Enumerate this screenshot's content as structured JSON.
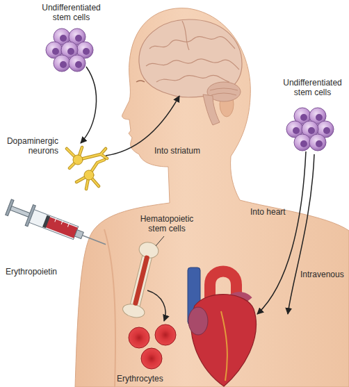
{
  "diagram": {
    "labels": [
      "Undifferentiated stem cells",
      "Dopaminergic neurons",
      "Into striatum",
      "Undifferentiated stem cells",
      "Hematopoietic stem cells",
      "Into heart",
      "Intravenous",
      "Erythropoietin",
      "Erythrocytes"
    ]
  }
}
